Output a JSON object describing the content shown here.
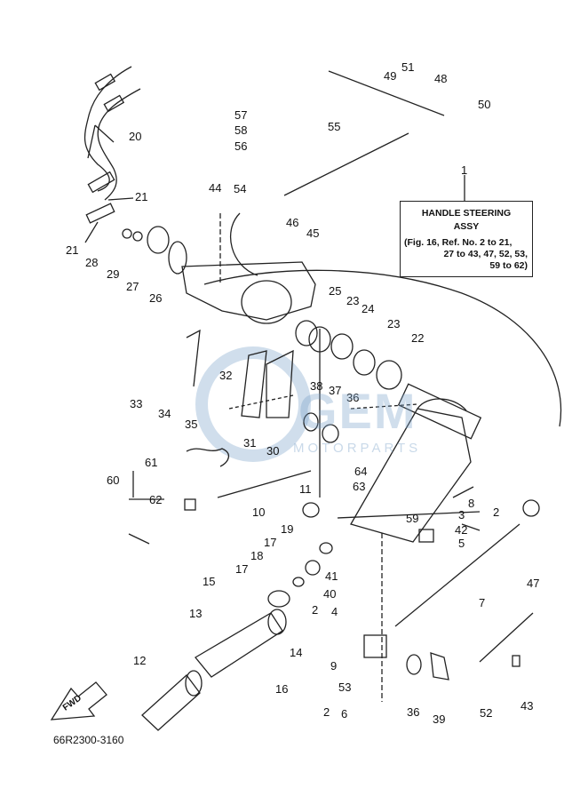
{
  "labels": {
    "l1": "1",
    "l2a": "2",
    "l2b": "2",
    "l2c": "2",
    "l3": "3",
    "l4": "4",
    "l5": "5",
    "l6": "6",
    "l7": "7",
    "l8": "8",
    "l9": "9",
    "l10": "10",
    "l11": "11",
    "l12": "12",
    "l13": "13",
    "l14": "14",
    "l15": "15",
    "l16": "16",
    "l17a": "17",
    "l17b": "17",
    "l18": "18",
    "l19": "19",
    "l20": "20",
    "l21a": "21",
    "l21b": "21",
    "l22": "22",
    "l23a": "23",
    "l23b": "23",
    "l24": "24",
    "l25": "25",
    "l26": "26",
    "l27": "27",
    "l28": "28",
    "l29": "29",
    "l30": "30",
    "l31": "31",
    "l32": "32",
    "l33": "33",
    "l34": "34",
    "l35": "35",
    "l36a": "36",
    "l36b": "36",
    "l37": "37",
    "l38": "38",
    "l39": "39",
    "l40": "40",
    "l41": "41",
    "l42": "42",
    "l43": "43",
    "l44": "44",
    "l45": "45",
    "l46": "46",
    "l47": "47",
    "l48": "48",
    "l49": "49",
    "l50": "50",
    "l51": "51",
    "l52": "52",
    "l53": "53",
    "l54": "54",
    "l55": "55",
    "l56": "56",
    "l57": "57",
    "l58": "58",
    "l59": "59",
    "l60": "60",
    "l61": "61",
    "l62": "62",
    "l63": "63",
    "l64": "64"
  },
  "assy_box": {
    "line1": "HANDLE STEERING",
    "line2": "ASSY",
    "line3": "(Fig. 16, Ref. No. 2 to 21,",
    "line4": "27 to 43, 47, 52, 53,",
    "line5": "59 to 62)"
  },
  "fwd_label": "FWD",
  "diagram_code": "66R2300-3160",
  "watermark": {
    "main": "GEM",
    "sub": "MOTORPARTS"
  }
}
